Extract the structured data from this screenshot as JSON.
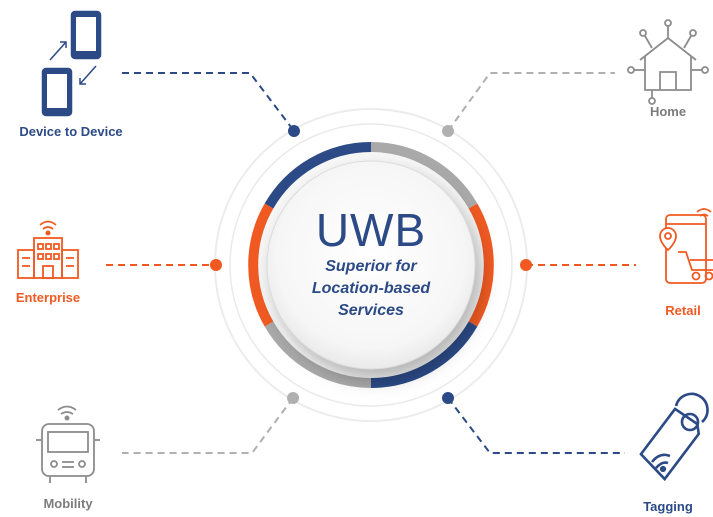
{
  "center": {
    "title": "UWB",
    "subtitle_lines": [
      "Superior for",
      "Location-based",
      "Services"
    ]
  },
  "nodes": {
    "device_to_device": {
      "label": "Device to Device",
      "color": "#2b4a86",
      "icon": "phones-exchange-icon"
    },
    "home": {
      "label": "Home",
      "color": "#8c8c8c",
      "icon": "smart-home-icon"
    },
    "enterprise": {
      "label": "Enterprise",
      "color": "#f05a22",
      "icon": "wireless-building-icon"
    },
    "retail": {
      "label": "Retail",
      "color": "#f05a22",
      "icon": "mobile-shopping-icon"
    },
    "mobility": {
      "label": "Mobility",
      "color": "#7c7c7c",
      "icon": "connected-bus-icon"
    },
    "tagging": {
      "label": "Tagging",
      "color": "#2b4a86",
      "icon": "wireless-tag-icon"
    }
  },
  "colors": {
    "blue": "#2b4a86",
    "orange": "#f05a22",
    "gray": "#a9a9a9",
    "light_gray": "#e6e6e6"
  }
}
